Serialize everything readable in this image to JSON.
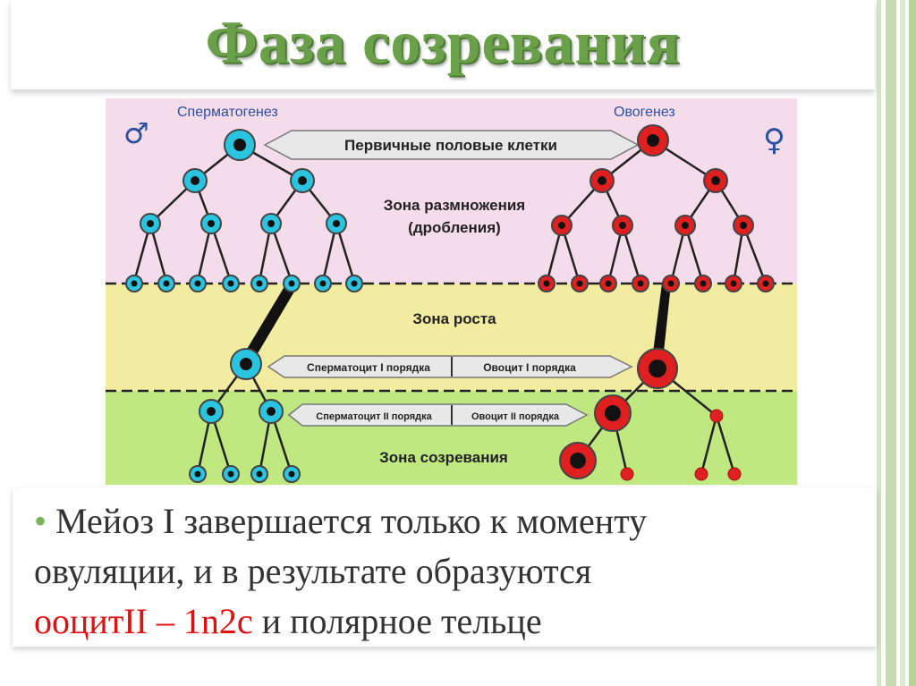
{
  "title": "Фаза созревания",
  "diagram": {
    "spermatogenesis": "Сперматогенез",
    "oogenesis": "Овогенез",
    "male_symbol": "♂",
    "female_symbol": "♀",
    "primary_cells": "Первичные половые клетки",
    "zone_reproduction_1": "Зона размножения",
    "zone_reproduction_2": "(дробления)",
    "zone_growth": "Зона роста",
    "spermatocyte_1": "Сперматоцит I порядка",
    "oocyte_1": "Овоцит I порядка",
    "spermatocyte_2": "Сперматоцит II порядка",
    "oocyte_2": "Овоцит II порядка",
    "zone_maturation": "Зона созревания",
    "colors": {
      "zone_top": "#f4dcea",
      "zone_growth": "#f2eca0",
      "zone_maturation": "#bfe880",
      "male_cell": "#2bc4e0",
      "female_cell": "#e02020"
    }
  },
  "text": {
    "bullet": "•",
    "line1": " Мейоз I завершается только к моменту",
    "line2": "овуляции, и в результате  образуются",
    "line3_red": "ооцитII – 1n2c",
    "line3_rest": "  и полярное тельце"
  }
}
